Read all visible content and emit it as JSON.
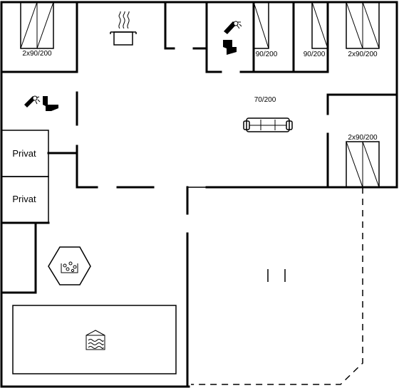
{
  "floorplan": {
    "beds": {
      "top_left": "2x90/200",
      "top_mid_a": "90/200",
      "top_mid_b": "90/200",
      "top_right": "2x90/200",
      "living": "70/200",
      "right_lower": "2x90/200"
    },
    "rooms": {
      "privat_1": "Privat",
      "privat_2": "Privat"
    },
    "icons": {
      "kitchen": "cooking-pot-icon",
      "bathroom_top": "shower-toilet-icon",
      "bathroom_left": "shower-toilet-icon",
      "living": "sofa-icon",
      "spa": "whirlpool-icon",
      "pool": "swimming-pool-icon"
    }
  }
}
